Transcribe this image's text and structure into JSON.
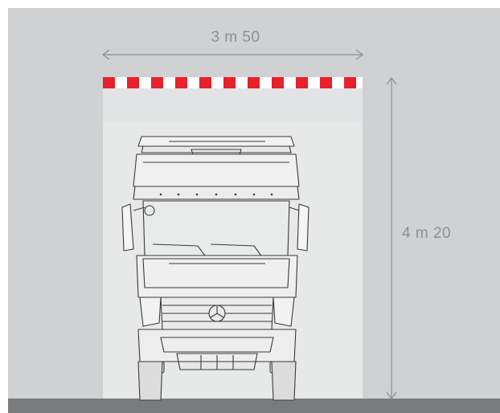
{
  "dimensions": {
    "width_label": "3 m 50",
    "height_label": "4 m 20"
  },
  "colors": {
    "background": "#d0d1d2",
    "clearance_area": "#e2e3e4",
    "barrier_red": "#e8202a",
    "barrier_white": "#ffffff",
    "ground": "#7a7b7d",
    "dimension_text": "#8e8f90",
    "truck_outline": "#3a3a3a"
  },
  "icons": {
    "barrier": "red-white-striped-height-barrier",
    "truck": "truck-front-view-icon"
  }
}
